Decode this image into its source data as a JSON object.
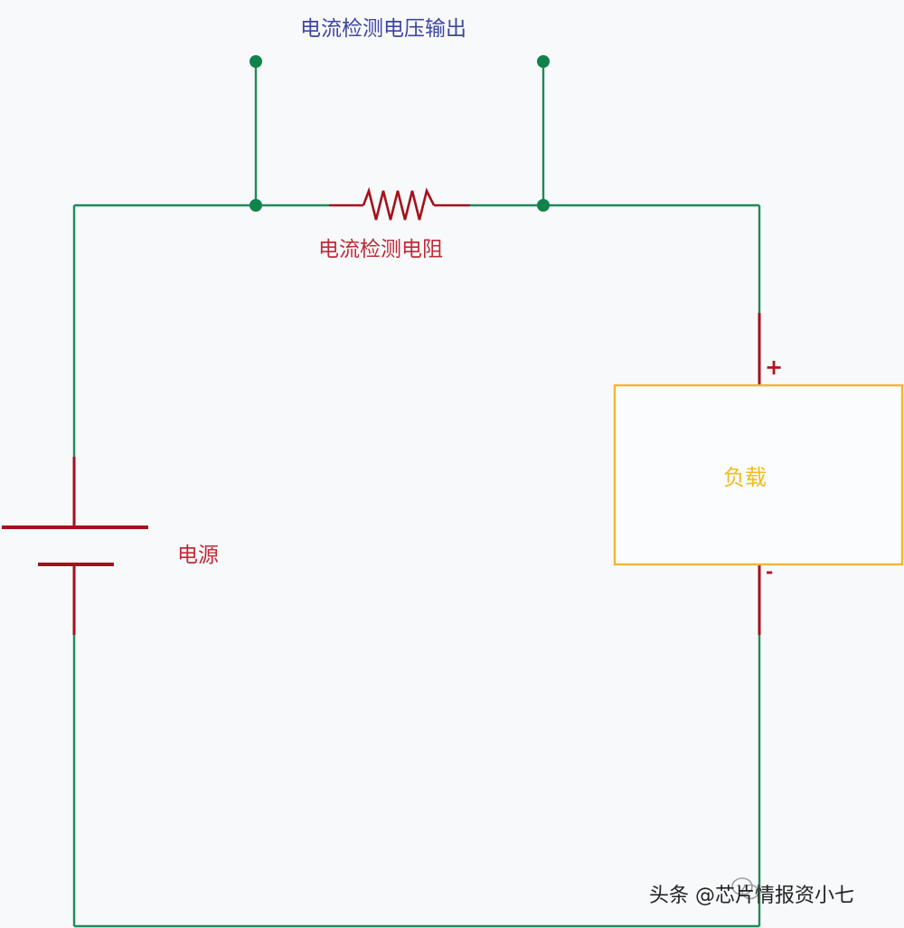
{
  "diagram": {
    "title": "电流检测电压输出",
    "resistor_label": "电流检测电阻",
    "source_label": "电源",
    "load_label": "负载",
    "load_plus": "+",
    "load_minus": "-",
    "watermark": "头条 @芯片情报资小七",
    "colors": {
      "wire": "#1f8a5b",
      "node": "#10824a",
      "component": "#a4111c",
      "load_border": "#f2b533",
      "load_text": "#f0bd1f",
      "title_text": "#3d47a0",
      "label_text": "#bf2b36"
    }
  }
}
